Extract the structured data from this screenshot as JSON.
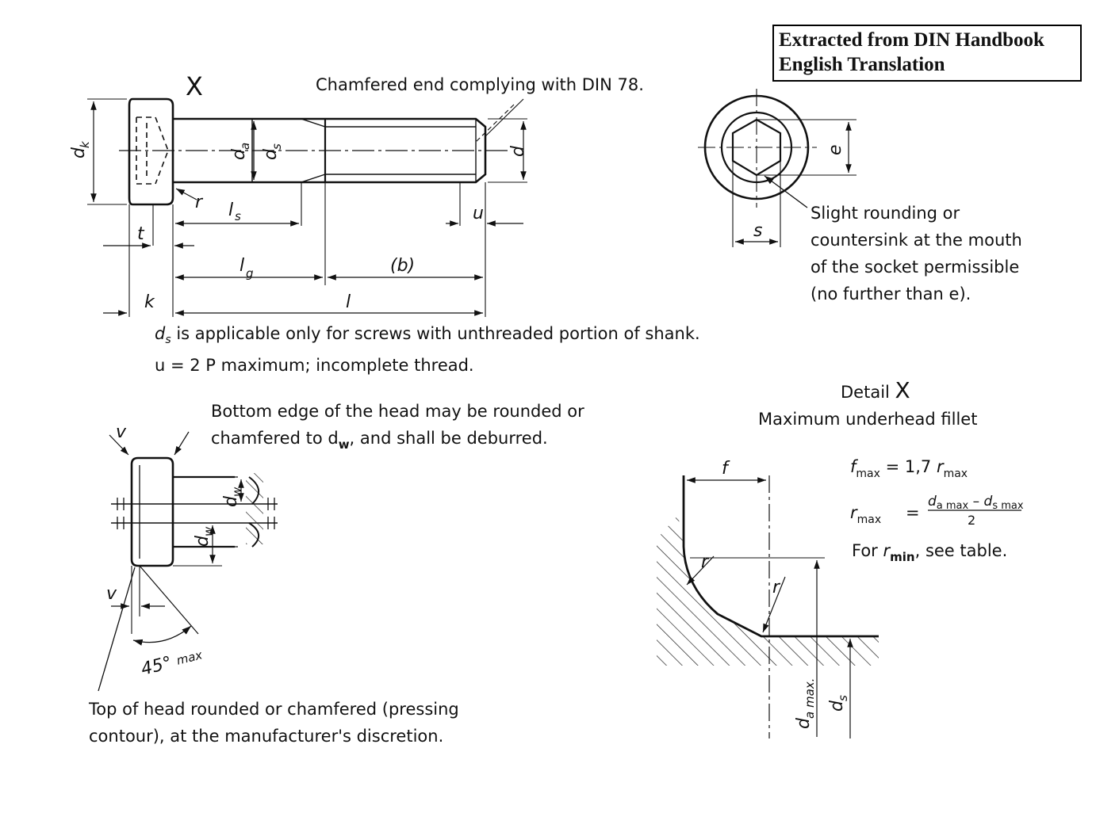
{
  "header_box": {
    "line1": "Extracted from DIN Handbook",
    "line2": "English Translation"
  },
  "main_view": {
    "detail_marker": "X",
    "chamfer_note": "Chamfered end complying with DIN 78.",
    "labels": {
      "dk": "d",
      "dk_sub": "k",
      "da": "d",
      "da_sub": "a",
      "ds": "d",
      "ds_sub": "s",
      "d": "d",
      "r": "r",
      "ls": "l",
      "ls_sub": "s",
      "u": "u",
      "t": "t",
      "lg": "l",
      "lg_sub": "g",
      "b": "(b)",
      "k": "k",
      "l": "l"
    },
    "note1_sym": "d",
    "note1_sub": "s",
    "note1_text": " is applicable only for screws with unthreaded portion of shank.",
    "note2": "u = 2 P maximum; incomplete thread."
  },
  "end_view": {
    "labels": {
      "e": "e",
      "s": "s"
    },
    "note_lines": [
      "Slight rounding or",
      "countersink at the mouth",
      "of the socket permissible",
      "(no further than e)."
    ]
  },
  "head_view": {
    "note_lines": [
      "Bottom edge of the head may be rounded or",
      "chamfered to d",
      ", and shall be deburred."
    ],
    "note_sub": "w",
    "labels": {
      "v": "v",
      "dw": "d",
      "dw_sub": "w",
      "angle": "45°",
      "angle_sub": "max"
    },
    "bottom_note": [
      "Top of head rounded or chamfered (pressing",
      "contour), at the manufacturer's discretion."
    ]
  },
  "detail_x": {
    "title_prefix": "Detail ",
    "title_marker": "X",
    "subtitle": "Maximum underhead fillet",
    "labels": {
      "f": "f",
      "r": "r",
      "da_max": "d",
      "da_max_sub": "a max.",
      "ds": "d",
      "ds_sub": "s"
    },
    "formula1": {
      "lhs": "f",
      "lhs_sub": "max",
      "eq": " = 1,7 ",
      "rhs": "r",
      "rhs_sub": "max"
    },
    "formula2": {
      "lhs": "r",
      "lhs_sub": "max",
      "eq": "=",
      "num_a": "d",
      "num_a_sub": "a max",
      "minus": " – ",
      "num_b": "d",
      "num_b_sub": "s max",
      "den": "2"
    },
    "formula3": {
      "prefix": "For ",
      "sym": "r",
      "sym_sub": "min",
      "suffix": ", see table."
    }
  }
}
